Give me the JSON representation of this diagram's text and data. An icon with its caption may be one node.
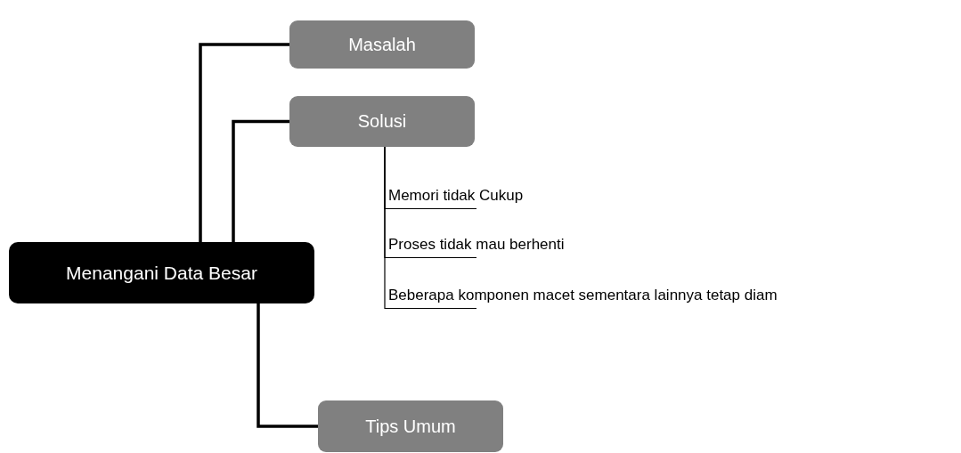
{
  "diagram": {
    "nodes": [
      {
        "text": [
          "Menangani Data Besar"
        ]
      },
      {
        "text": [
          "Masalah"
        ]
      },
      {
        "text": [
          "Solusi"
        ]
      },
      {
        "text": [
          "Memori tidak Cukup"
        ]
      },
      {
        "text": [
          "Proses tidak mau berhenti"
        ]
      },
      {
        "text": [
          "Beberapa komponen macet sementara lainnya tetap diam"
        ]
      },
      {
        "text": [
          "Tips Umum"
        ]
      }
    ],
    "edges": [
      {
        "from": 0,
        "to": 1,
        "arrow": "none",
        "style": "thick"
      },
      {
        "from": 0,
        "to": 2,
        "arrow": "none",
        "style": "thick"
      },
      {
        "from": 2,
        "to": 3,
        "arrow": "none"
      },
      {
        "from": 2,
        "to": 4,
        "arrow": "none"
      },
      {
        "from": 2,
        "to": 5,
        "arrow": "none"
      },
      {
        "from": 0,
        "to": 6,
        "arrow": "none",
        "style": "thick"
      }
    ]
  }
}
